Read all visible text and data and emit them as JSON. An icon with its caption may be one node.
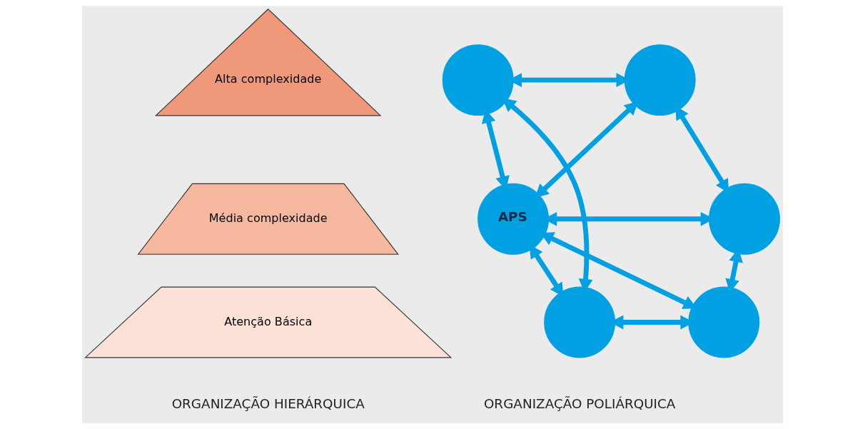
{
  "diagram": {
    "nodes": [
      {
        "text": [
          "Alta complexidade"
        ]
      },
      {
        "text": [
          "Média complexidade"
        ]
      },
      {
        "text": [
          "Atenção Básica"
        ]
      },
      {
        "text": [],
        "shape": "circle"
      },
      {
        "text": [],
        "shape": "circle"
      },
      {
        "text": [
          "APS"
        ]
      },
      {
        "text": [],
        "shape": "circle"
      },
      {
        "text": [],
        "shape": "circle"
      },
      {
        "text": [],
        "shape": "circle"
      }
    ],
    "edges": [
      {
        "from": 3,
        "to": 4,
        "arrow": "both"
      },
      {
        "from": 4,
        "to": 6,
        "arrow": "both"
      },
      {
        "from": 6,
        "to": 8,
        "arrow": "both"
      },
      {
        "from": 8,
        "to": 7,
        "arrow": "both"
      },
      {
        "from": 7,
        "to": 3,
        "arrow": "both"
      },
      {
        "from": 5,
        "to": 3,
        "arrow": "both"
      },
      {
        "from": 5,
        "to": 4,
        "arrow": "both"
      },
      {
        "from": 5,
        "to": 6,
        "arrow": "both"
      },
      {
        "from": 5,
        "to": 8,
        "arrow": "both"
      },
      {
        "from": 5,
        "to": 7,
        "arrow": "both"
      }
    ],
    "labels": [
      "ORGANIZAÇÃO HIERÁRQUICA",
      "ORGANIZAÇÃO POLIÁRQUICA"
    ]
  }
}
